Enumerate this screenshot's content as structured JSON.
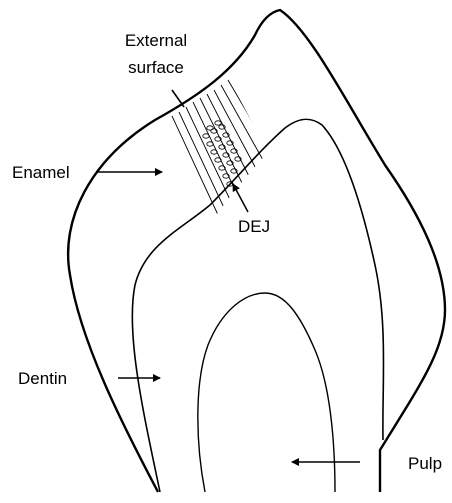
{
  "labels": {
    "external_surface_line1": "External",
    "external_surface_line2": "surface",
    "enamel": "Enamel",
    "dej": "DEJ",
    "dentin": "Dentin",
    "pulp": "Pulp"
  },
  "colors": {
    "stroke": "#000000",
    "background": "#ffffff"
  }
}
